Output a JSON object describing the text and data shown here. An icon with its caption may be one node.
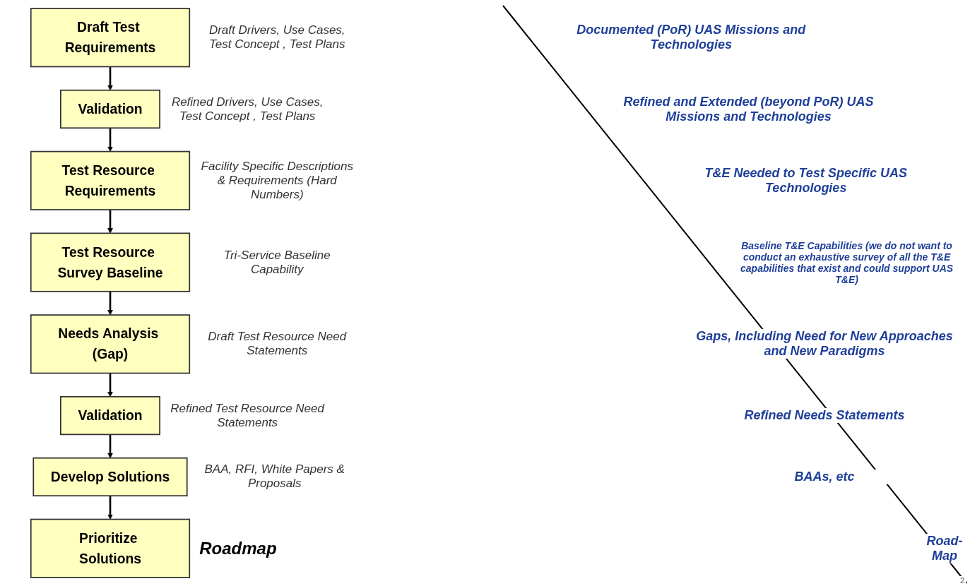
{
  "diagram": {
    "nodes": [
      {
        "text": [
          "Draft Test Requirements"
        ],
        "beside": [
          "Draft Drivers, Use Cases, Test Concept , Test Plans"
        ]
      },
      {
        "text": [
          "Validation"
        ],
        "beside": [
          "Refined Drivers, Use Cases, Test Concept , Test Plans"
        ]
      },
      {
        "text": [
          "Test Resource Requirements"
        ],
        "beside": [
          "Facility Specific Descriptions & Requirements (Hard Numbers)"
        ]
      },
      {
        "text": [
          "Test Resource Survey Baseline"
        ],
        "beside": [
          "Tri-Service Baseline Capability"
        ]
      },
      {
        "text": [
          "Needs Analysis (Gap)"
        ],
        "beside": [
          "Draft Test Resource Need Statements"
        ]
      },
      {
        "text": [
          "Validation"
        ],
        "beside": [
          "Refined Test Resource Need Statements"
        ]
      },
      {
        "text": [
          "Develop Solutions"
        ],
        "beside": [
          "BAA, RFI, White Papers & Proposals"
        ]
      },
      {
        "text": [
          "Prioritize Solutions"
        ],
        "beside": [
          "Roadmap"
        ]
      }
    ],
    "edges": [
      {
        "from": 0,
        "to": 1,
        "arrow": "to"
      },
      {
        "from": 1,
        "to": 2,
        "arrow": "to"
      },
      {
        "from": 2,
        "to": 3,
        "arrow": "to"
      },
      {
        "from": 3,
        "to": 4,
        "arrow": "to"
      },
      {
        "from": 4,
        "to": 5,
        "arrow": "to"
      },
      {
        "from": 5,
        "to": 6,
        "arrow": "to"
      },
      {
        "from": 6,
        "to": 7,
        "arrow": "to"
      }
    ],
    "labels": [
      "Documented (PoR) UAS Missions and Technologies",
      "Refined and Extended (beyond PoR) UAS Missions and Technologies",
      "T&E Needed to Test Specific UAS Technologies",
      "Baseline T&E Capabilities (we do not want to conduct an exhaustive survey of all the T&E capabilities that exist and could support UAS T&E)",
      "Gaps, Including Need for New Approaches and New Paradigms",
      "Refined Needs Statements",
      "BAAs, etc",
      "Road-Map",
      "2"
    ]
  }
}
